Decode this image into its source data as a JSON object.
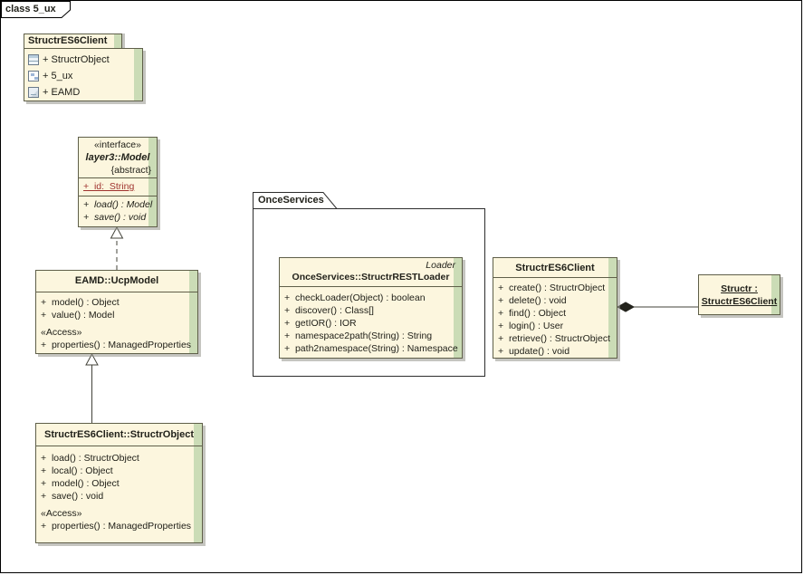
{
  "frame": {
    "label": "class 5_ux"
  },
  "colors": {
    "element_fill": "#fcf6de",
    "element_strip": "#cbdcb6",
    "element_border": "#5f5f49",
    "attribute_red": "#a0342f",
    "connector": "#43433a"
  },
  "package_structr": {
    "title": "StructrES6Client",
    "items": [
      {
        "icon": "object-icon",
        "label": "+ StructrObject"
      },
      {
        "icon": "diagram-icon",
        "label": "+ 5_ux"
      },
      {
        "icon": "artifact-icon",
        "label": "+ EAMD"
      }
    ]
  },
  "class_model": {
    "stereotype": "«interface»",
    "name": "layer3::Model",
    "modifier": "{abstract}",
    "attributes": [
      "+  id:  String"
    ],
    "operations": [
      "+  load() : Model",
      "+  save() : void"
    ]
  },
  "class_ucpmodel": {
    "name": "EAMD::UcpModel",
    "operations": [
      "+  model() : Object",
      "+  value() : Model"
    ],
    "group_stereotype": "«Access»",
    "group_operations": [
      "+  properties() : ManagedProperties"
    ]
  },
  "class_structrobject": {
    "name": "StructrES6Client::StructrObject",
    "operations": [
      "+  load() : StructrObject",
      "+  local() : Object",
      "+  model() : Object",
      "+  save() : void"
    ],
    "group_stereotype": "«Access»",
    "group_operations": [
      "+  properties() : ManagedProperties"
    ]
  },
  "package_onceservices": {
    "title": "OnceServices"
  },
  "class_restloader": {
    "tag": "Loader",
    "name": "OnceServices::StructrRESTLoader",
    "operations": [
      "+  checkLoader(Object) : boolean",
      "+  discover() : Class[]",
      "+  getIOR() : IOR",
      "+  namespace2path(String) : String",
      "+  path2namespace(String) : Namespace"
    ]
  },
  "class_es6client": {
    "name": "StructrES6Client",
    "operations": [
      "+  create() : StructrObject",
      "+  delete() : void",
      "+  find() : Object",
      "+  login() : User",
      "+  retrieve() : StructrObject",
      "+  update() : void"
    ]
  },
  "object_structr": {
    "line1": "Structr :",
    "line2": "StructrES6Client"
  }
}
